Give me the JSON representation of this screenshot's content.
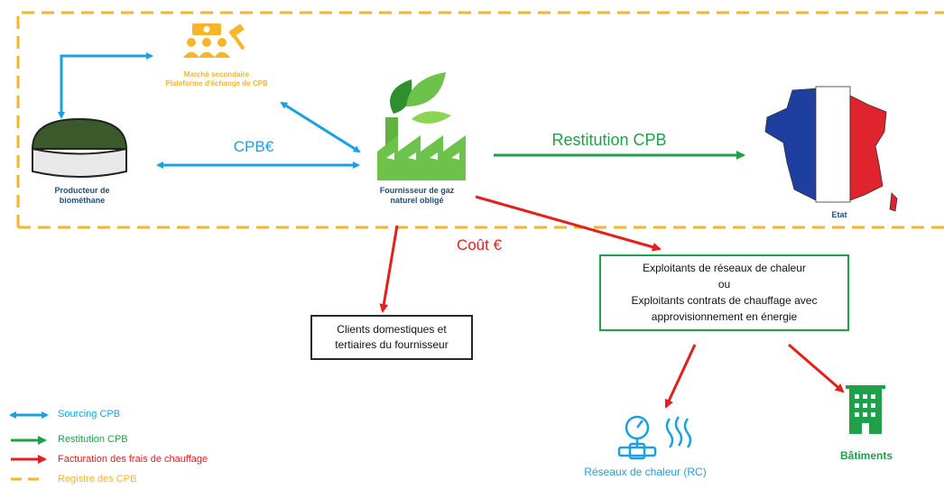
{
  "nodes": {
    "marche": {
      "line1": "Marché secondaire",
      "line2": "Plateforme d'échange de CPB"
    },
    "producteur": {
      "line1": "Producteur de",
      "line2": "biométhane"
    },
    "fournisseur": {
      "line1": "Fournisseur de gaz",
      "line2": "naturel obligé"
    },
    "etat": "Etat",
    "clients": {
      "line1": "Clients domestiques et",
      "line2": "tertiaires du fournisseur"
    },
    "exploitants": {
      "line1": "Exploitants de réseaux de chaleur",
      "line2": "ou",
      "line3": "Exploitants contrats de chauffage avec",
      "line4": "approvisionnement en énergie"
    },
    "reseaux": "Réseaux de chaleur (RC)",
    "batiments": "Bâtiments"
  },
  "edge_labels": {
    "cpb": "CPB€",
    "restitution": "Restitution CPB",
    "cout": "Coût €"
  },
  "legend": [
    {
      "label": "Sourcing CPB",
      "color": "#1ba1e2"
    },
    {
      "label": "Restitution CPB",
      "color": "#21a04a"
    },
    {
      "label": "Facturation des frais de chauffage",
      "color": "#e3211c"
    },
    {
      "label": "Registre des CPB",
      "color": "#f7b52c"
    }
  ],
  "colors": {
    "blue": "#1ba1e2",
    "green": "#21a04a",
    "red": "#e3211c",
    "orange": "#f7b52c",
    "dark_blue": "#1f4e79"
  }
}
